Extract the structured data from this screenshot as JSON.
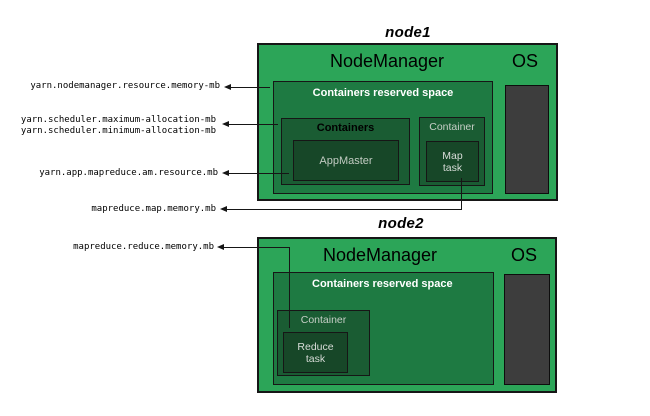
{
  "node1": {
    "title": "node1",
    "nodemanager_label": "NodeManager",
    "os_label": "OS",
    "reserved_label": "Containers reserved space",
    "containers_label": "Containers",
    "appmaster_label": "AppMaster",
    "container_label": "Container",
    "map_task_lines": [
      "Map",
      "task"
    ]
  },
  "node2": {
    "title": "node2",
    "nodemanager_label": "NodeManager",
    "os_label": "OS",
    "reserved_label": "Containers reserved space",
    "container_label": "Container",
    "reduce_task_lines": [
      "Reduce",
      "task"
    ]
  },
  "config_labels": {
    "nm_resource_memory": "yarn.nodemanager.resource.memory-mb",
    "scheduler_max_allocation": "yarn.scheduler.maximum-allocation-mb",
    "scheduler_min_allocation": "yarn.scheduler.minimum-allocation-mb",
    "am_resource": "yarn.app.mapreduce.am.resource.mb",
    "map_memory": "mapreduce.map.memory.mb",
    "reduce_memory": "mapreduce.reduce.memory.mb"
  },
  "colors": {
    "outer-green": "#2ca558",
    "reserved-green": "#1e7a42",
    "container-green": "#1a5c33",
    "task-green": "#174728",
    "os-gray": "#3d3d3d"
  }
}
